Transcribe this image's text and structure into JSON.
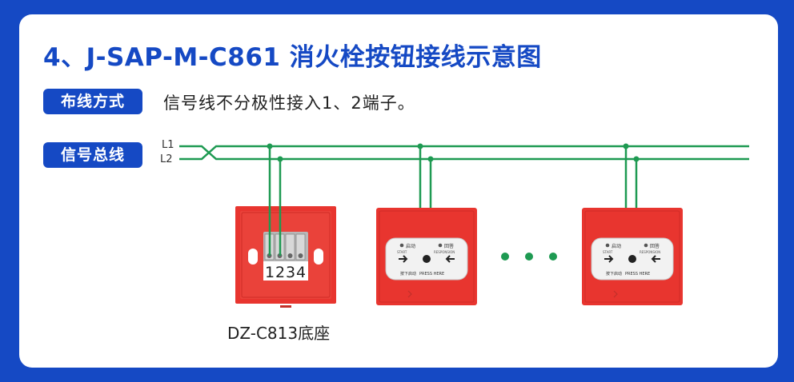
{
  "title": "4、J-SAP-M-C861 消火栓按钮接线示意图",
  "wiring_tag": "布线方式",
  "wiring_text": "信号线不分极性接入1、2端子。",
  "bus_tag": "信号总线",
  "line_labels": {
    "l1": "L1",
    "l2": "L2"
  },
  "terminals": [
    "1",
    "2",
    "3",
    "4"
  ],
  "base_caption": "DZ-C813底座",
  "button_text": {
    "start_cn": "启动",
    "start_en": "START",
    "response_cn": "回答",
    "response_en": "RESPONSION",
    "press_cn": "按下启动",
    "press_en": "PRESS HERE"
  },
  "colors": {
    "brand_blue": "#1549c4",
    "wire_green": "#1e9a52",
    "device_red": "#e8352f"
  }
}
